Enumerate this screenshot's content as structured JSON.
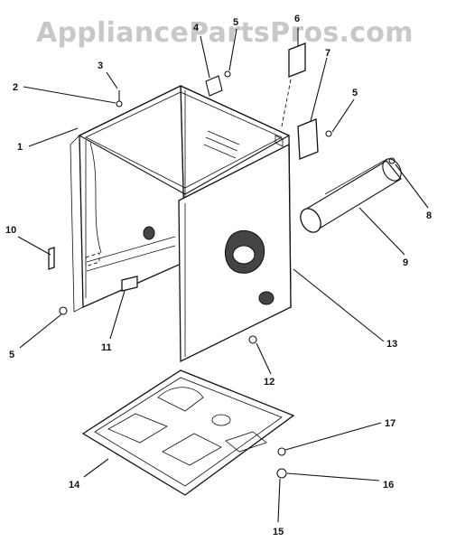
{
  "watermark": "AppliancePartsPros.com",
  "callouts": [
    "1",
    "2",
    "3",
    "4",
    "5",
    "6",
    "7",
    "5",
    "8",
    "9",
    "10",
    "5",
    "11",
    "12",
    "13",
    "14",
    "15",
    "16",
    "17"
  ]
}
